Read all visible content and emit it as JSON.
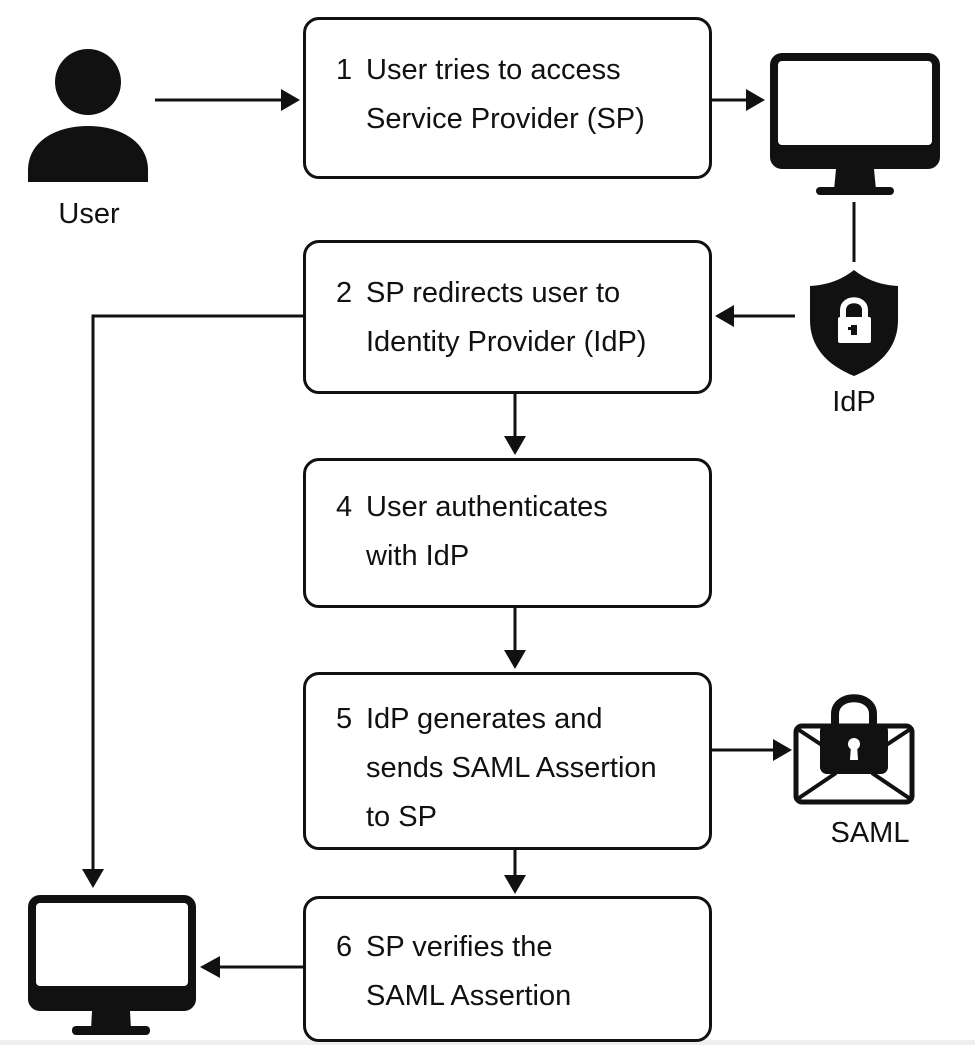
{
  "title": "SAML SSO Authentication Flow",
  "actors": {
    "user": {
      "label": "User",
      "icon": "user-icon"
    },
    "idp": {
      "label": "IdP",
      "icon": "shield-lock-icon"
    },
    "saml": {
      "label": "SAML",
      "icon": "locked-envelope-icon"
    },
    "sp_monitor": {
      "icon": "monitor-icon"
    },
    "result_monitor": {
      "icon": "monitor-icon"
    }
  },
  "steps": [
    {
      "number": "1",
      "lines": [
        "User tries to access",
        "Service Provider (SP)"
      ]
    },
    {
      "number": "2",
      "lines": [
        "SP redirects user to",
        "Identity Provider (IdP)"
      ]
    },
    {
      "number": "4",
      "lines": [
        "User authenticates",
        "with IdP"
      ]
    },
    {
      "number": "5",
      "lines": [
        "IdP generates and",
        "sends SAML Assertion",
        "to SP"
      ]
    },
    {
      "number": "6",
      "lines": [
        "SP verifies the",
        "SAML Assertion"
      ]
    }
  ],
  "connections": [
    {
      "from": "user",
      "to": "step-1"
    },
    {
      "from": "step-1",
      "to": "sp-monitor"
    },
    {
      "from": "sp-monitor",
      "to": "idp"
    },
    {
      "from": "idp",
      "to": "step-2"
    },
    {
      "from": "step-2",
      "to": "step-4"
    },
    {
      "from": "step-2",
      "to": "result-monitor"
    },
    {
      "from": "step-4",
      "to": "step-5"
    },
    {
      "from": "step-5",
      "to": "saml"
    },
    {
      "from": "step-5",
      "to": "step-6"
    },
    {
      "from": "step-6",
      "to": "result-monitor"
    }
  ],
  "colors": {
    "stroke": "#111111",
    "background": "#ffffff"
  }
}
